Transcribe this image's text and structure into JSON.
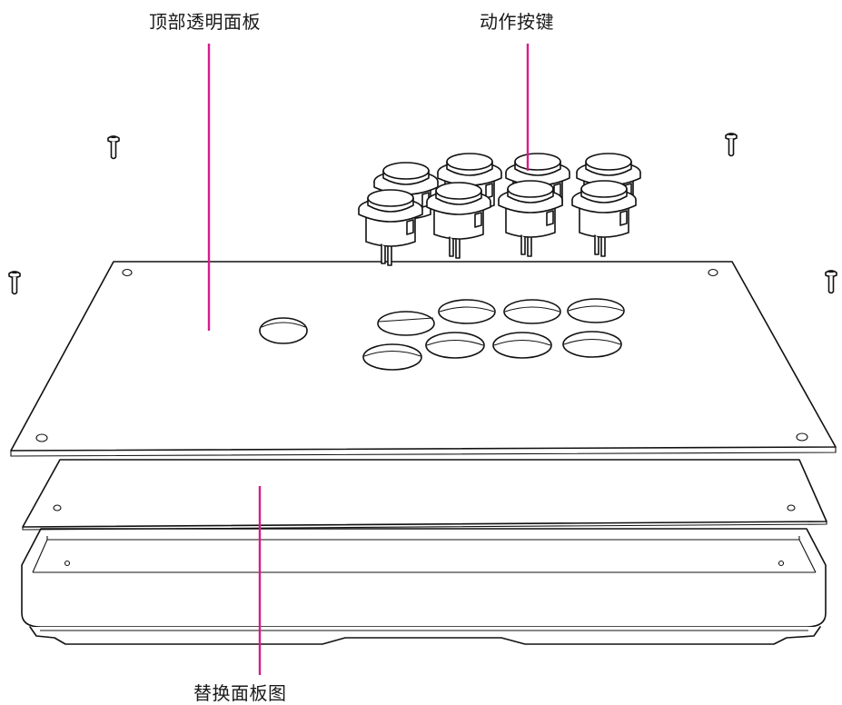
{
  "labels": {
    "top_panel": "顶部透明面板",
    "action_buttons": "动作按键",
    "replacement_panel": "替换面板图"
  },
  "colors": {
    "leader_line": "#d81b8c",
    "outline": "#111111",
    "fill": "#ffffff"
  },
  "icons": [
    "screw-icon",
    "arcade-button-icon"
  ]
}
